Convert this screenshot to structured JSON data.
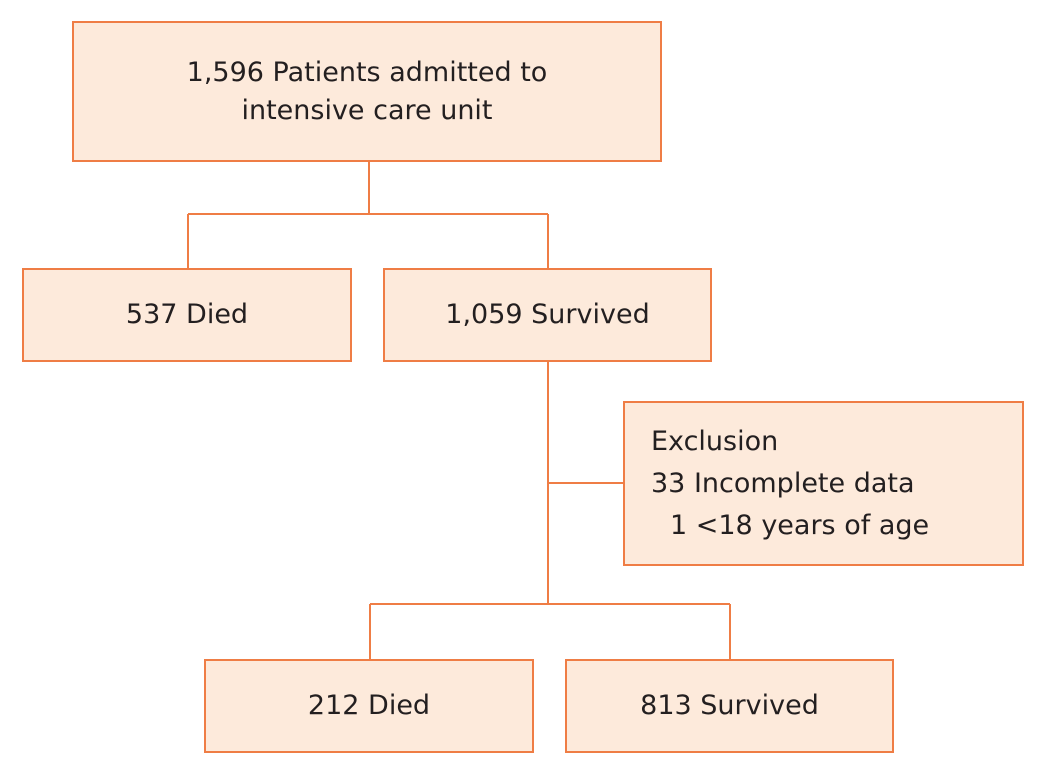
{
  "colors": {
    "box_fill": "#fdeadb",
    "box_border": "#ef7d45",
    "connector": "#ef7d45",
    "text": "#231f20"
  },
  "nodes": {
    "admitted": {
      "line1": "1,596 Patients admitted to",
      "line2": "intensive care unit"
    },
    "died_initial": {
      "label": "537 Died"
    },
    "survived_initial": {
      "label": "1,059 Survived"
    },
    "exclusion": {
      "title": "Exclusion",
      "items": [
        "33 Incomplete data",
        "1 <18 years of age"
      ]
    },
    "died_final": {
      "label": "212 Died"
    },
    "survived_final": {
      "label": "813 Survived"
    }
  }
}
